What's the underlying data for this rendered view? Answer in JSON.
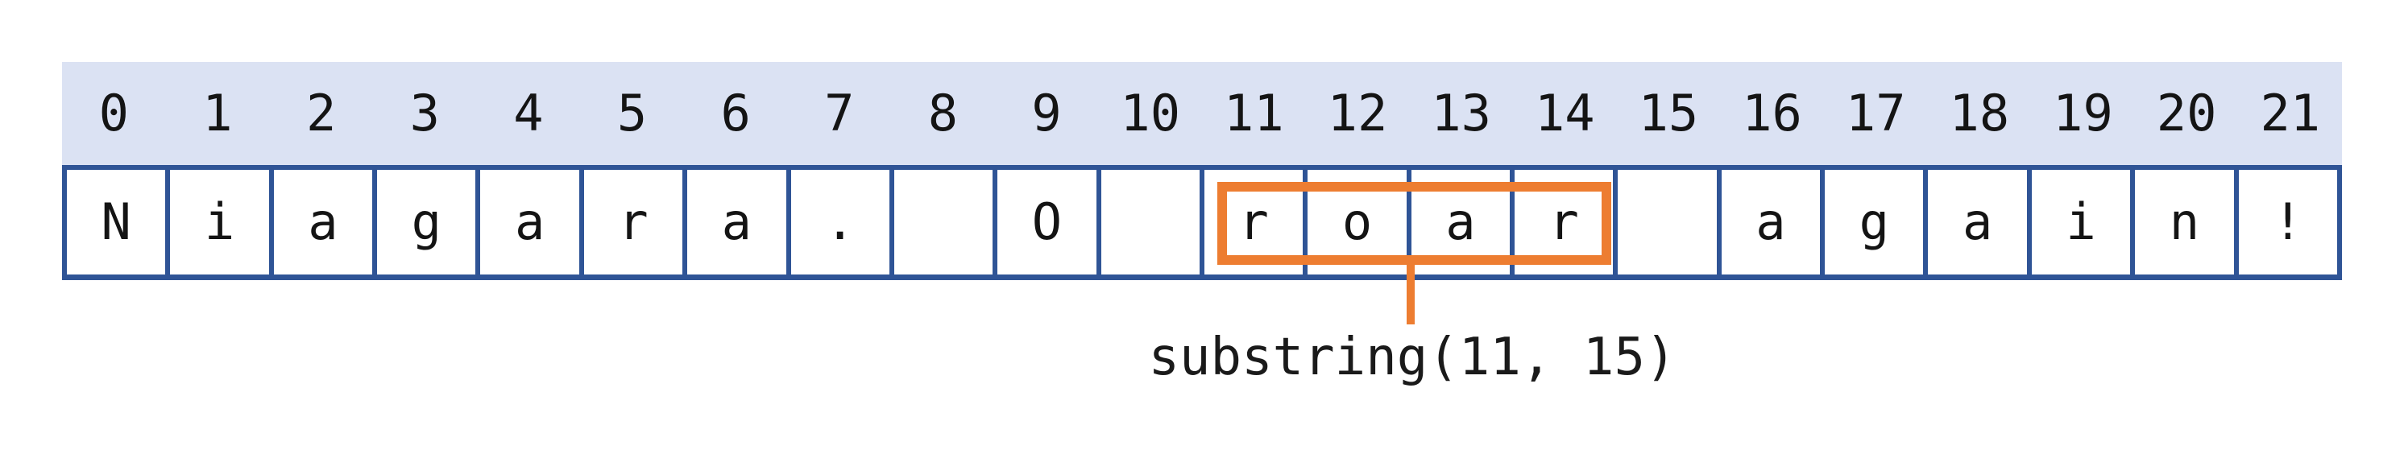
{
  "table": {
    "string_value": "Niagara. O roar again!",
    "indices": [
      "0",
      "1",
      "2",
      "3",
      "4",
      "5",
      "6",
      "7",
      "8",
      "9",
      "10",
      "11",
      "12",
      "13",
      "14",
      "15",
      "16",
      "17",
      "18",
      "19",
      "20",
      "21"
    ],
    "cells": [
      "N",
      "i",
      "a",
      "g",
      "a",
      "r",
      "a",
      ".",
      "",
      "O",
      "",
      "r",
      "o",
      "a",
      "r",
      "",
      "a",
      "g",
      "a",
      "i",
      "n",
      "!"
    ]
  },
  "highlight": {
    "start_index": 11,
    "end_index": 15,
    "substring": "roar",
    "label": "substring(11, 15)"
  },
  "colors": {
    "header_bg": "#dbe2f3",
    "grid_border": "#2f5496",
    "highlight_orange": "#ed7d31",
    "text": "#141414"
  }
}
